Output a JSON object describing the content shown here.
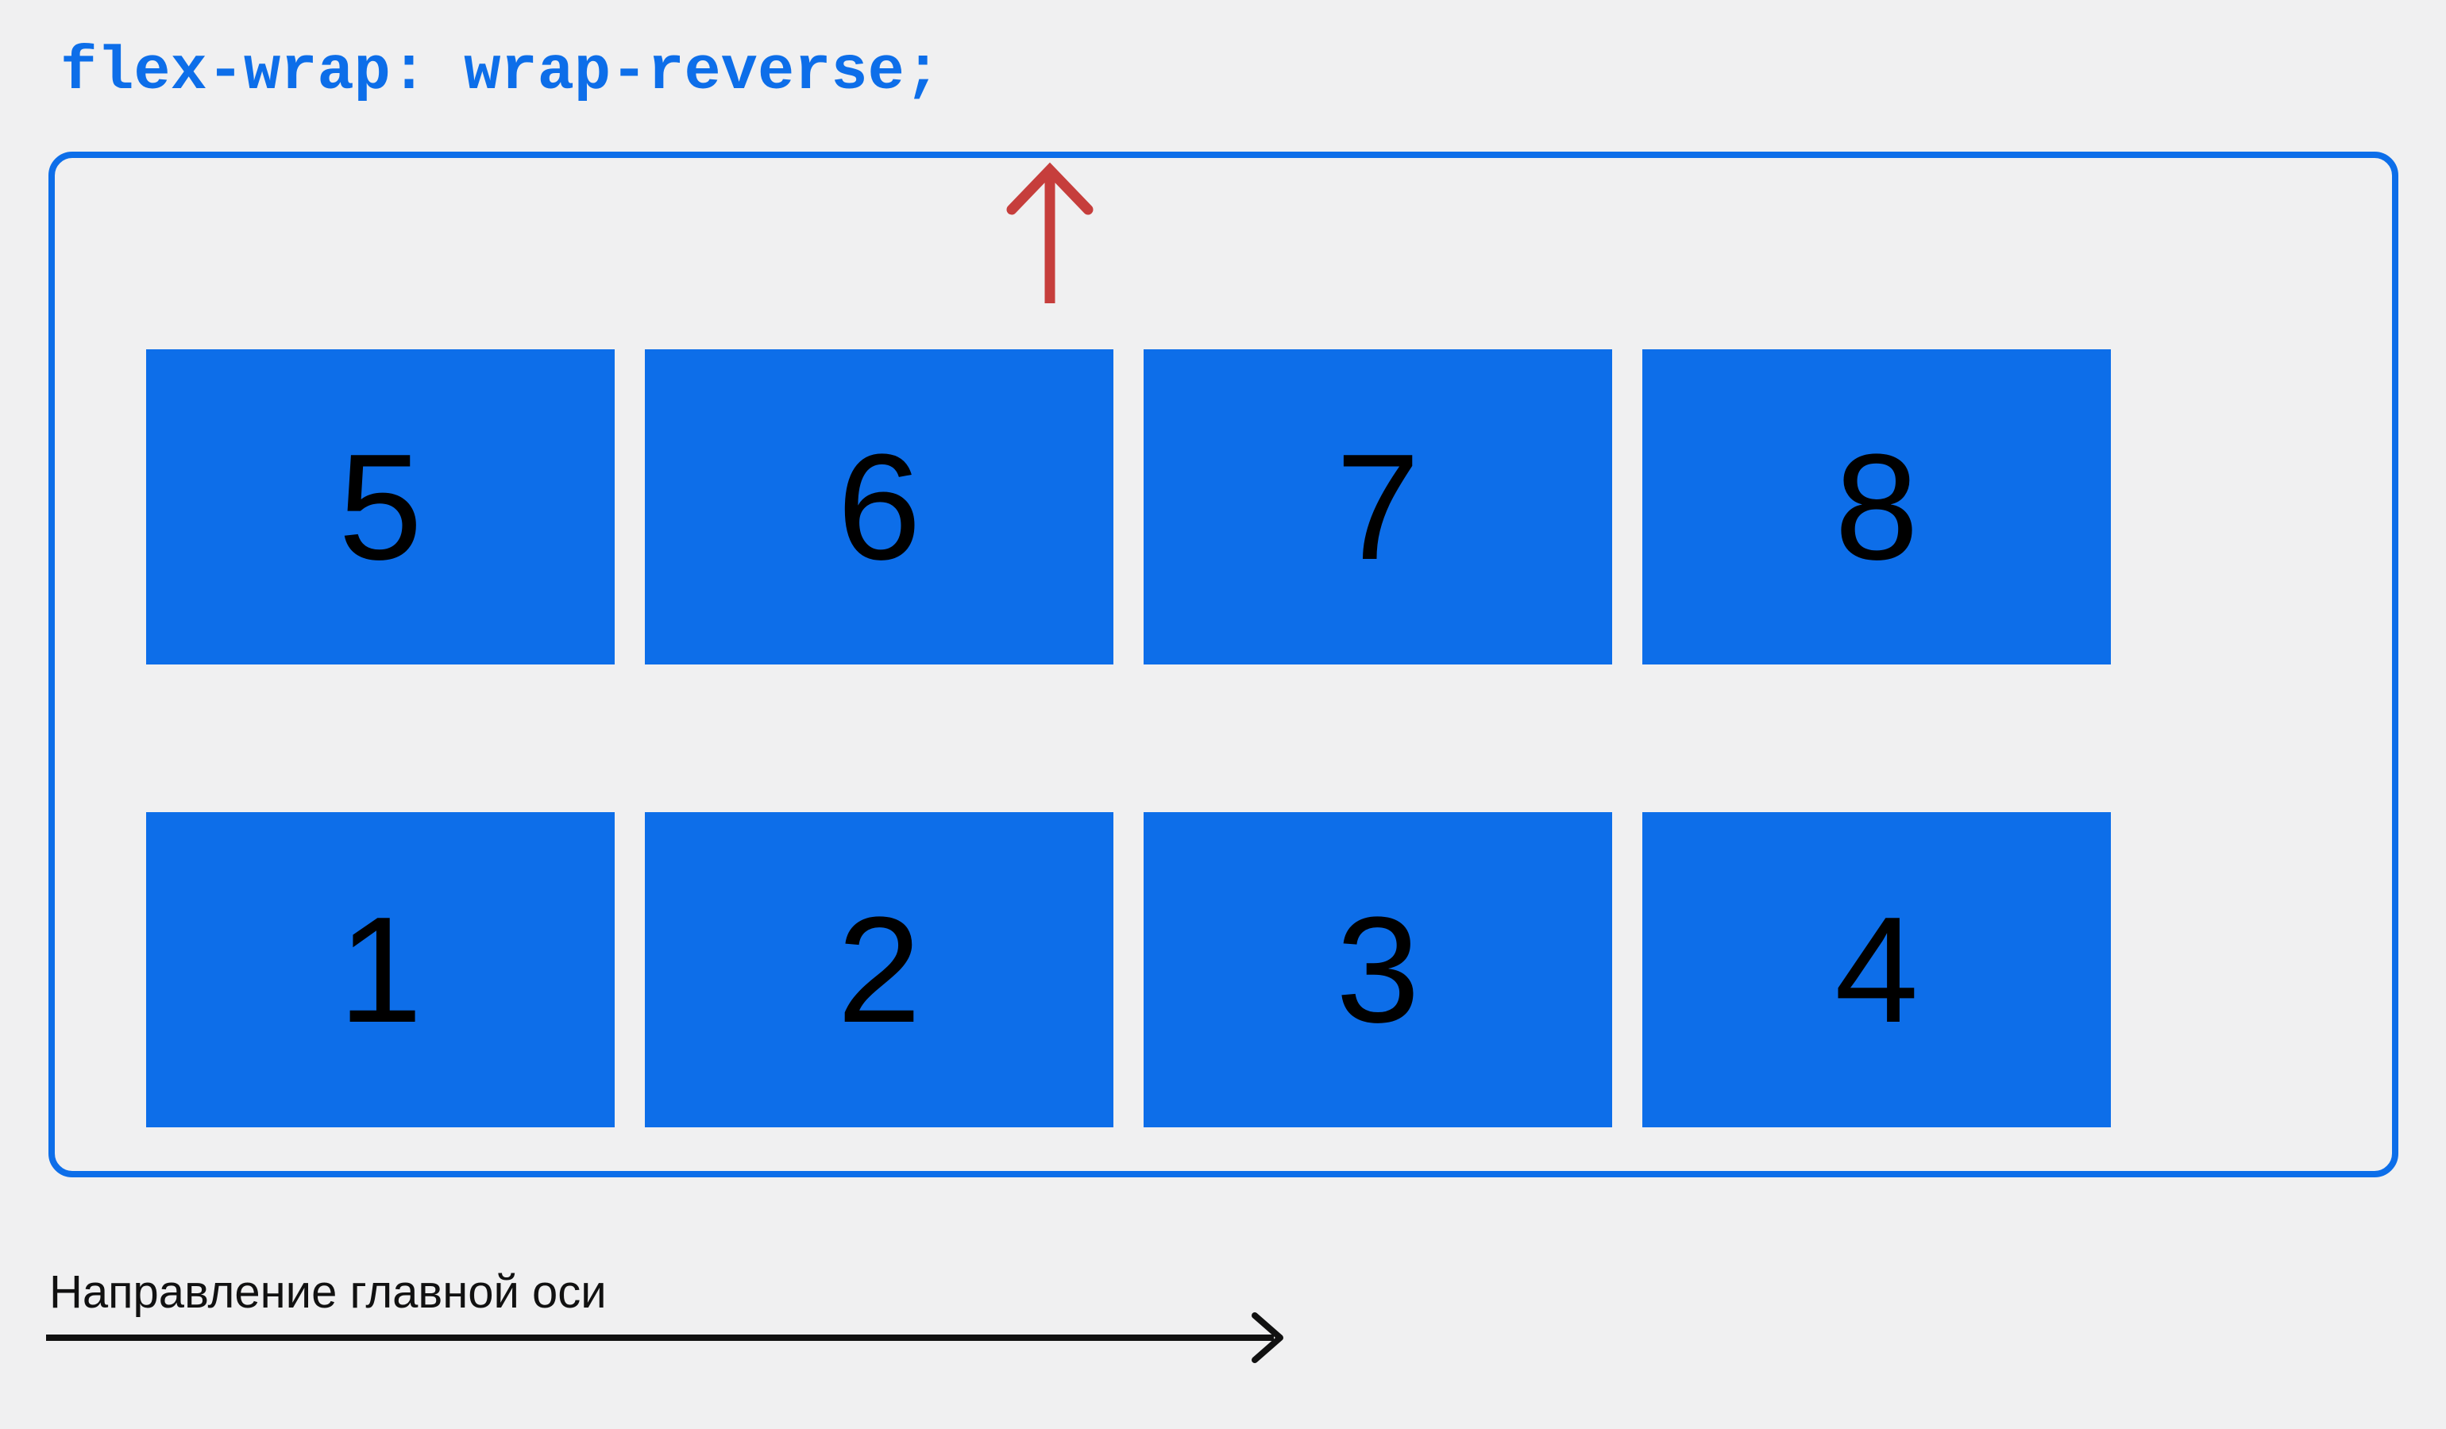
{
  "title": {
    "text": "flex-wrap: wrap-reverse;"
  },
  "flex_demo": {
    "items": [
      {
        "label": "1"
      },
      {
        "label": "2"
      },
      {
        "label": "3"
      },
      {
        "label": "4"
      },
      {
        "label": "5"
      },
      {
        "label": "6"
      },
      {
        "label": "7"
      },
      {
        "label": "8"
      }
    ]
  },
  "axis": {
    "label": "Направление главной оси"
  },
  "icons": {
    "cross_axis": "up-arrow-icon",
    "main_axis": "right-arrow-icon"
  },
  "colors": {
    "accent_blue": "#0d6ee9",
    "arrow_red": "#c63e3c",
    "background": "#f0f0f1",
    "text_black": "#111111"
  }
}
